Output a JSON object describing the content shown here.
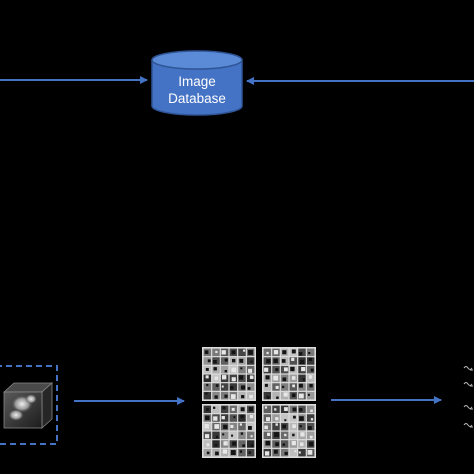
{
  "database": {
    "label_line1": "Image",
    "label_line2": "Database",
    "icon": "cylinder-database-icon"
  },
  "colors": {
    "background": "#000000",
    "accent": "#4472c4",
    "accent_dark": "#2f5597",
    "text": "#ffffff"
  },
  "input_volume": {
    "icon": "3d-volume-cube-icon"
  },
  "feature_maps": {
    "icon": "feature-map-grid-icon",
    "panel_count": 4,
    "grid_size": 6
  },
  "outputs": {
    "icon": "output-feature-labels-icon",
    "row_count": 4
  }
}
